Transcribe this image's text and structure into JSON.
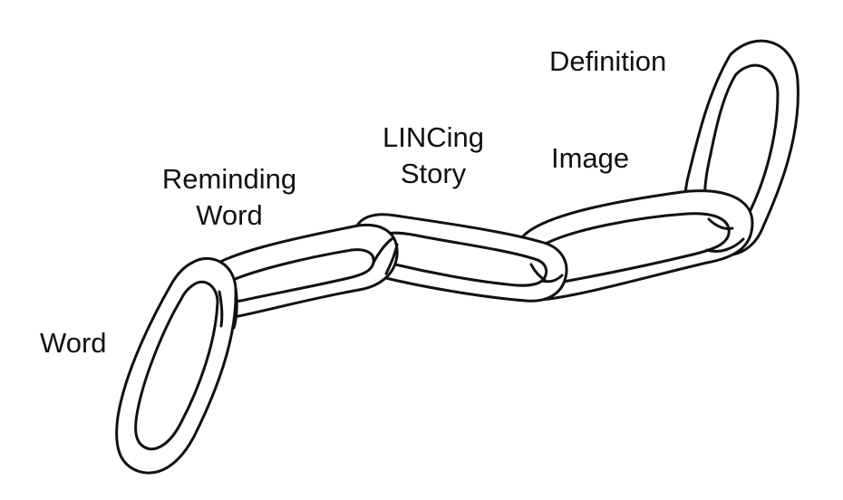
{
  "diagram": {
    "links": [
      {
        "id": "word",
        "label_lines": [
          "Word"
        ]
      },
      {
        "id": "reminding-word",
        "label_lines": [
          "Reminding",
          "Word"
        ]
      },
      {
        "id": "lincing-story",
        "label_lines": [
          "LINCing",
          "Story"
        ]
      },
      {
        "id": "image",
        "label_lines": [
          "Image"
        ]
      },
      {
        "id": "definition",
        "label_lines": [
          "Definition"
        ]
      }
    ],
    "stroke_color": "#111111",
    "fill_color": "#ffffff"
  }
}
